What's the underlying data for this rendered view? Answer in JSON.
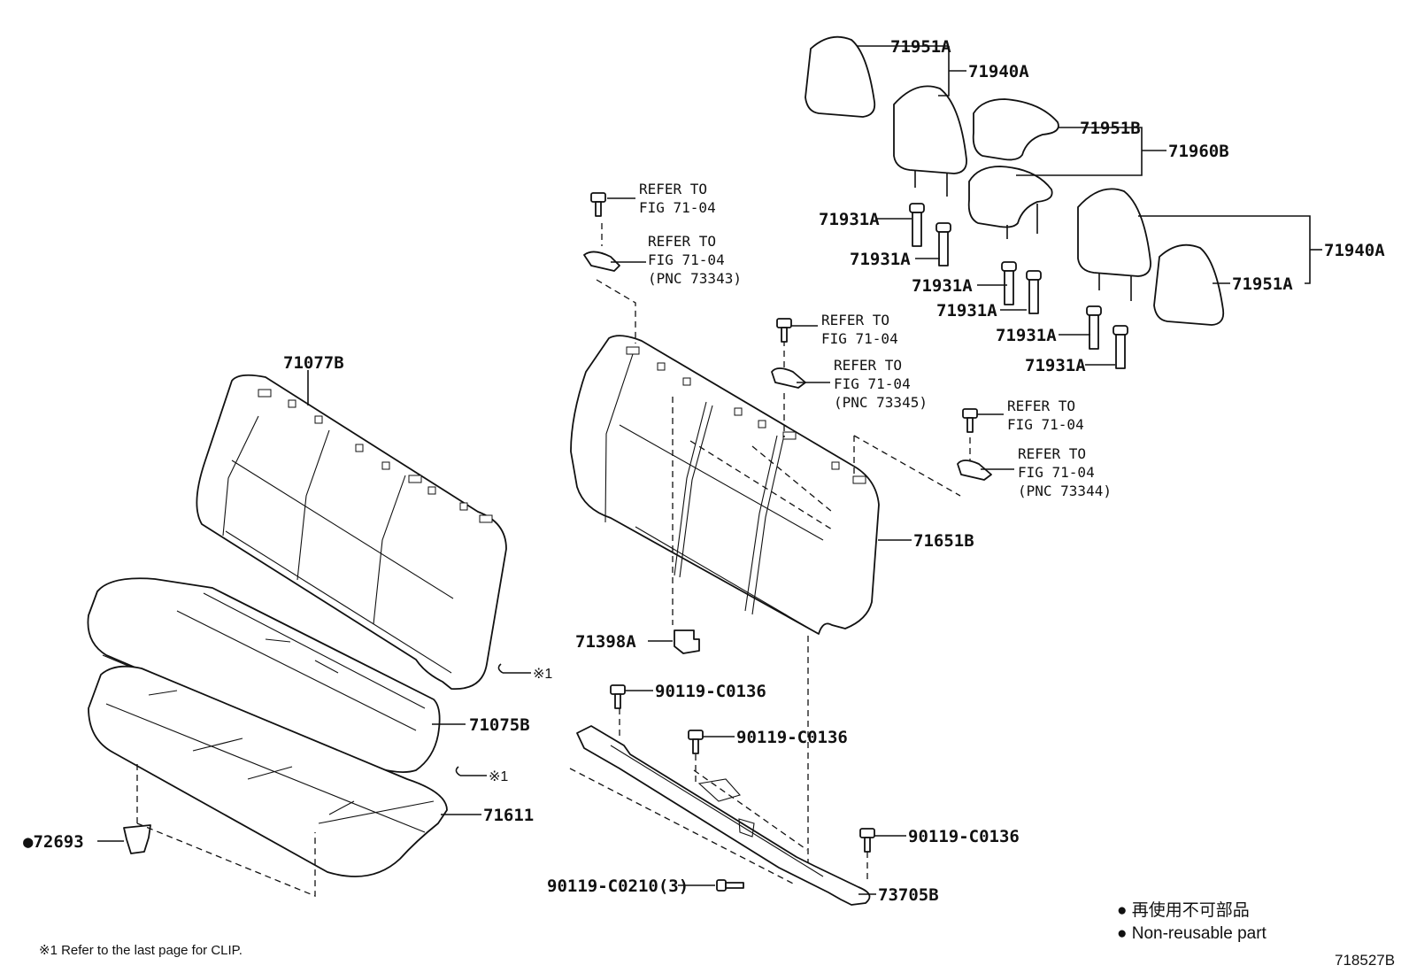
{
  "parts": {
    "p71951A_top": "71951A",
    "p71940A_top": "71940A",
    "p71951B": "71951B",
    "p71960B": "71960B",
    "p71931A_1": "71931A",
    "p71931A_2": "71931A",
    "p71931A_3": "71931A",
    "p71931A_4": "71931A",
    "p71931A_5": "71931A",
    "p71931A_6": "71931A",
    "p71940A_right": "71940A",
    "p71951A_right": "71951A",
    "p71077B": "71077B",
    "p71651B": "71651B",
    "p71398A": "71398A",
    "p71075B": "71075B",
    "p71611": "71611",
    "p72693": "●72693",
    "p90119_1": "90119-C0136",
    "p90119_2": "90119-C0136",
    "p90119_3": "90119-C0136",
    "p90119_C0210": "90119-C0210(3)",
    "p73705B": "73705B",
    "clip1": "※1",
    "clip2": "※1"
  },
  "refs": {
    "r1": [
      "REFER TO",
      "FIG 71-04"
    ],
    "r2": [
      "REFER TO",
      "FIG 71-04",
      "(PNC 73343)"
    ],
    "r3": [
      "REFER TO",
      "FIG 71-04"
    ],
    "r4": [
      "REFER TO",
      "FIG 71-04",
      "(PNC 73345)"
    ],
    "r5": [
      "REFER TO",
      "FIG 71-04"
    ],
    "r6": [
      "REFER TO",
      "FIG 71-04",
      "(PNC 73344)"
    ]
  },
  "legend": {
    "line1": "● 再使用不可部品",
    "line2": "● Non-reusable part"
  },
  "footnote": "※1 Refer to the last page for CLIP.",
  "figure_id": "718527B"
}
